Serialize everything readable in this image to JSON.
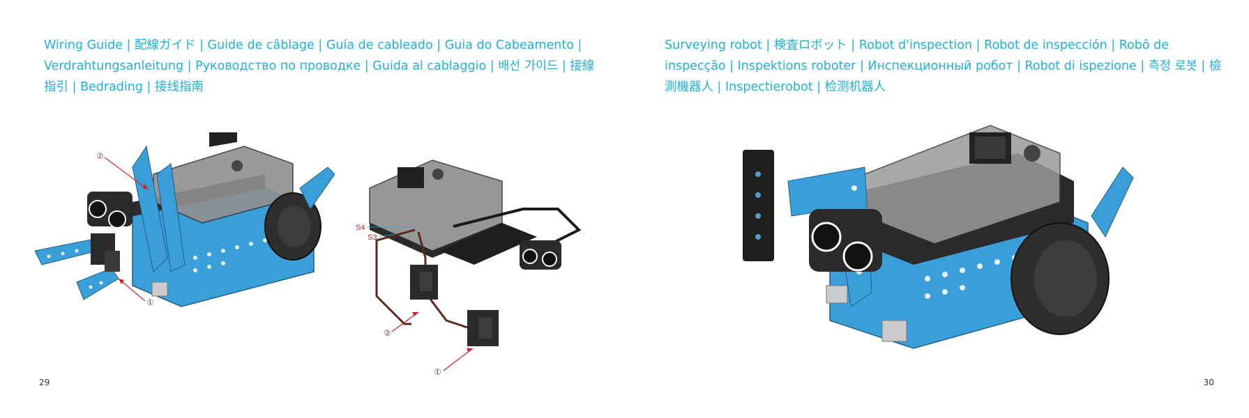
{
  "left_page": {
    "heading": "Wiring Guide | 配線ガイド | Guide de câblage | Guía de cableado | Guia do Cabeamento | Verdrahtungsanleitung | Руководство по проводке | Guida al cablaggio | 배선 가이드 | 接線指引 | Bedrading | 接线指南",
    "page_number": "29",
    "figure_robot": {
      "callout_1": "①",
      "callout_2": "②"
    },
    "figure_wiring": {
      "port_s4": "S4",
      "port_s3": "S3",
      "callout_1": "①",
      "callout_2": "②"
    }
  },
  "right_page": {
    "heading": "Surveying robot | 検査ロボット | Robot d'inspection | Robot de inspección | Robô de inspecção | Inspektions roboter | Инспекционный робот | Robot di ispezione | 측정 로봇 | 檢測機器人 | Inspectierobot | 检测机器人",
    "page_number": "30"
  },
  "colors": {
    "heading": "#1fb1dc",
    "part_blue": "#3a9fd8",
    "part_dark": "#2a2a2a",
    "callout_arrow": "#d2232a"
  }
}
